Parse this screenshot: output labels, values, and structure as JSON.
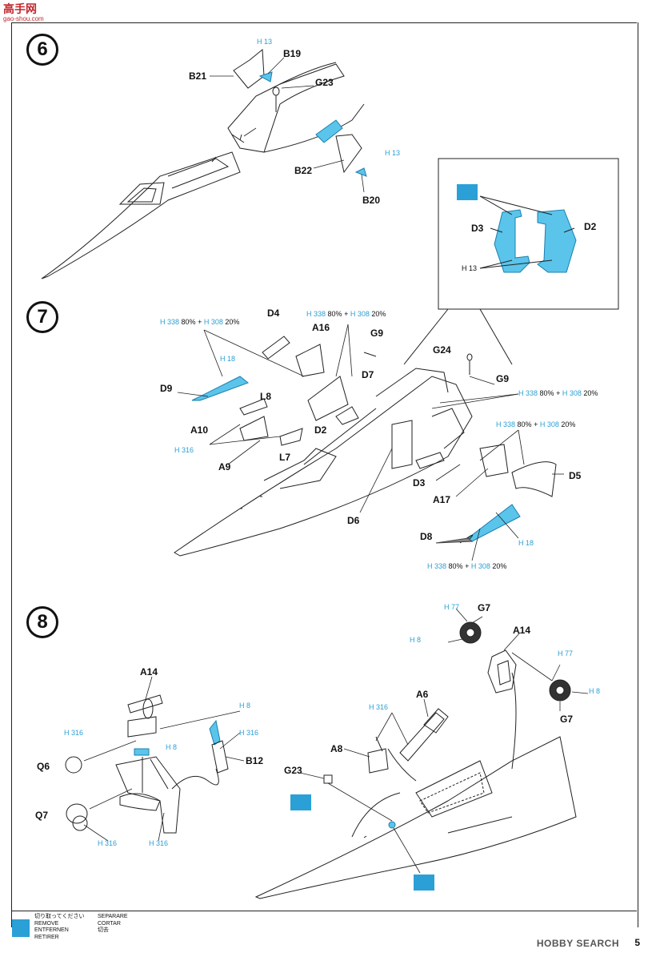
{
  "site_logo": {
    "text": "高手网",
    "url_text": "gao-shou.com"
  },
  "steps": [
    {
      "id": "step6",
      "number": "6"
    },
    {
      "id": "step7",
      "number": "7"
    },
    {
      "id": "step8",
      "number": "8"
    }
  ],
  "step6": {
    "labels": [
      "B21",
      "B19",
      "G23",
      "B22",
      "B20"
    ],
    "paint_h13_a": "H 13",
    "paint_h13_b": "H 13"
  },
  "detail_box": {
    "labels": [
      "D3",
      "D2"
    ],
    "paint": "H 13"
  },
  "step7": {
    "labels": [
      "D4",
      "A16",
      "G9",
      "D7",
      "D9",
      "L8",
      "A10",
      "D2",
      "A9",
      "L7",
      "D6",
      "G24",
      "G9",
      "D3",
      "D5",
      "A17",
      "D8"
    ],
    "paint_mix_1": {
      "a": "H 338",
      "a_pct": "80%",
      "plus": "+",
      "b": "H 308",
      "b_pct": "20%"
    },
    "paint_mix_2": {
      "a": "H 338",
      "a_pct": "80%",
      "plus": "+",
      "b": "H 308",
      "b_pct": "20%"
    },
    "paint_mix_3": {
      "a": "H 338",
      "a_pct": "80%",
      "plus": "+",
      "b": "H 308",
      "b_pct": "20%"
    },
    "paint_mix_4": {
      "a": "H 338",
      "a_pct": "80%",
      "plus": "+",
      "b": "H 308",
      "b_pct": "20%"
    },
    "paint_mix_5": {
      "a": "H 338",
      "a_pct": "80%",
      "plus": "+",
      "b": "H 308",
      "b_pct": "20%"
    },
    "paint_h18_a": "H 18",
    "paint_h316": "H 316",
    "paint_h18_b": "H 18"
  },
  "step8": {
    "labels": [
      "A14",
      "Q6",
      "Q7",
      "B12",
      "G7",
      "A14",
      "G7",
      "A6",
      "A8",
      "G23"
    ],
    "paint_h8_a": "H 8",
    "paint_h316_a": "H 316",
    "paint_h316_b": "H 316",
    "paint_h8_b": "H 8",
    "paint_h316_c": "H 316",
    "paint_h316_d": "H 316",
    "paint_h77_a": "H 77",
    "paint_h8_c": "H 8",
    "paint_h77_b": "H 77",
    "paint_h8_d": "H 8",
    "paint_h316_e": "H 316"
  },
  "legend": {
    "col1": [
      "切り取ってください",
      "REMOVE",
      "ENTFERNEN",
      "RETIRER"
    ],
    "col2": [
      "SEPARARE",
      "CORTAR",
      "切去"
    ]
  },
  "footer": {
    "brand": "HOBBY SEARCH",
    "page": "5"
  },
  "colors": {
    "paint_blue": "#2a9fd4",
    "part_fill": "#5bc4ea",
    "line": "#222222"
  }
}
